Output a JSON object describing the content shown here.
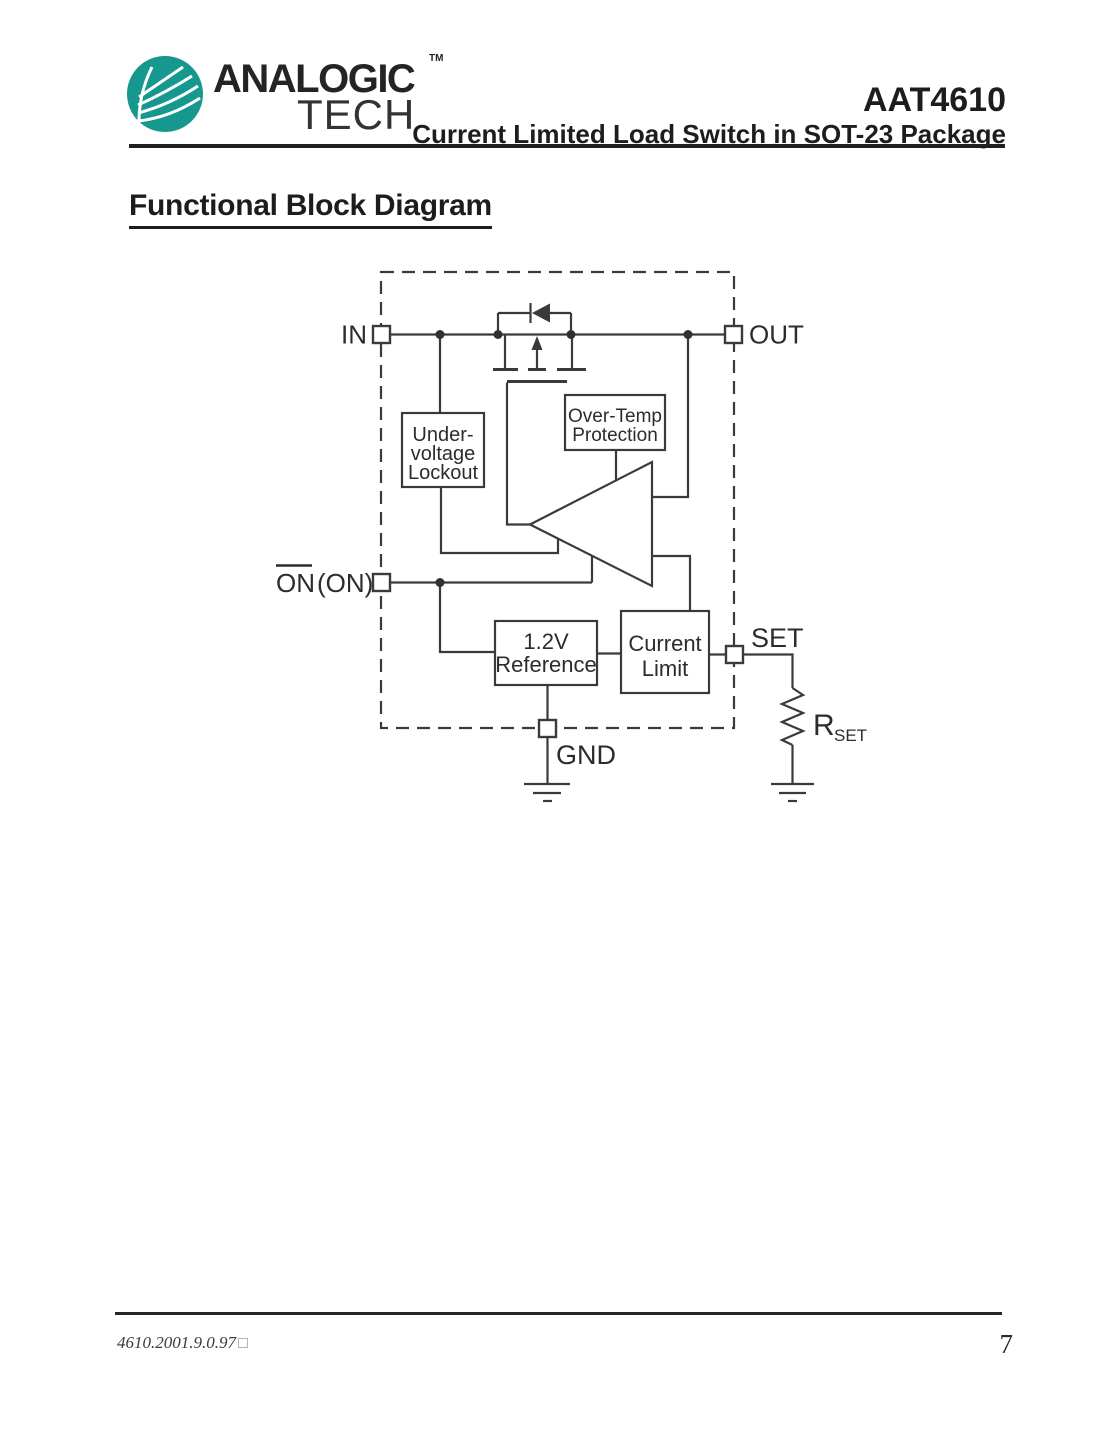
{
  "header": {
    "brand_top": "ANALOGIC",
    "brand_bottom": "TECH",
    "trademark": "TM",
    "part_number": "AAT4610",
    "subtitle": "Current Limited Load Switch in SOT-23 Package",
    "logo_color": "#16988e"
  },
  "section_title": "Functional Block Diagram",
  "diagram": {
    "pin_labels": {
      "in": "IN",
      "out": "OUT",
      "on": "ON",
      "on_alt": "(ON)",
      "set": "SET",
      "gnd": "GND"
    },
    "blocks": {
      "under_voltage_lockout": [
        "Under-",
        "voltage",
        "Lockout"
      ],
      "over_temp_protection": [
        "Over-Temp",
        "Protection"
      ],
      "reference": [
        "1.2V",
        "Reference"
      ],
      "current_limit": [
        "Current",
        "Limit"
      ]
    },
    "resistor": {
      "symbol": "R",
      "subscript": "SET"
    },
    "line_color": "#3a3a3a"
  },
  "footer": {
    "doc_code": "4610.2001.9.0.97",
    "page_number": "7"
  }
}
